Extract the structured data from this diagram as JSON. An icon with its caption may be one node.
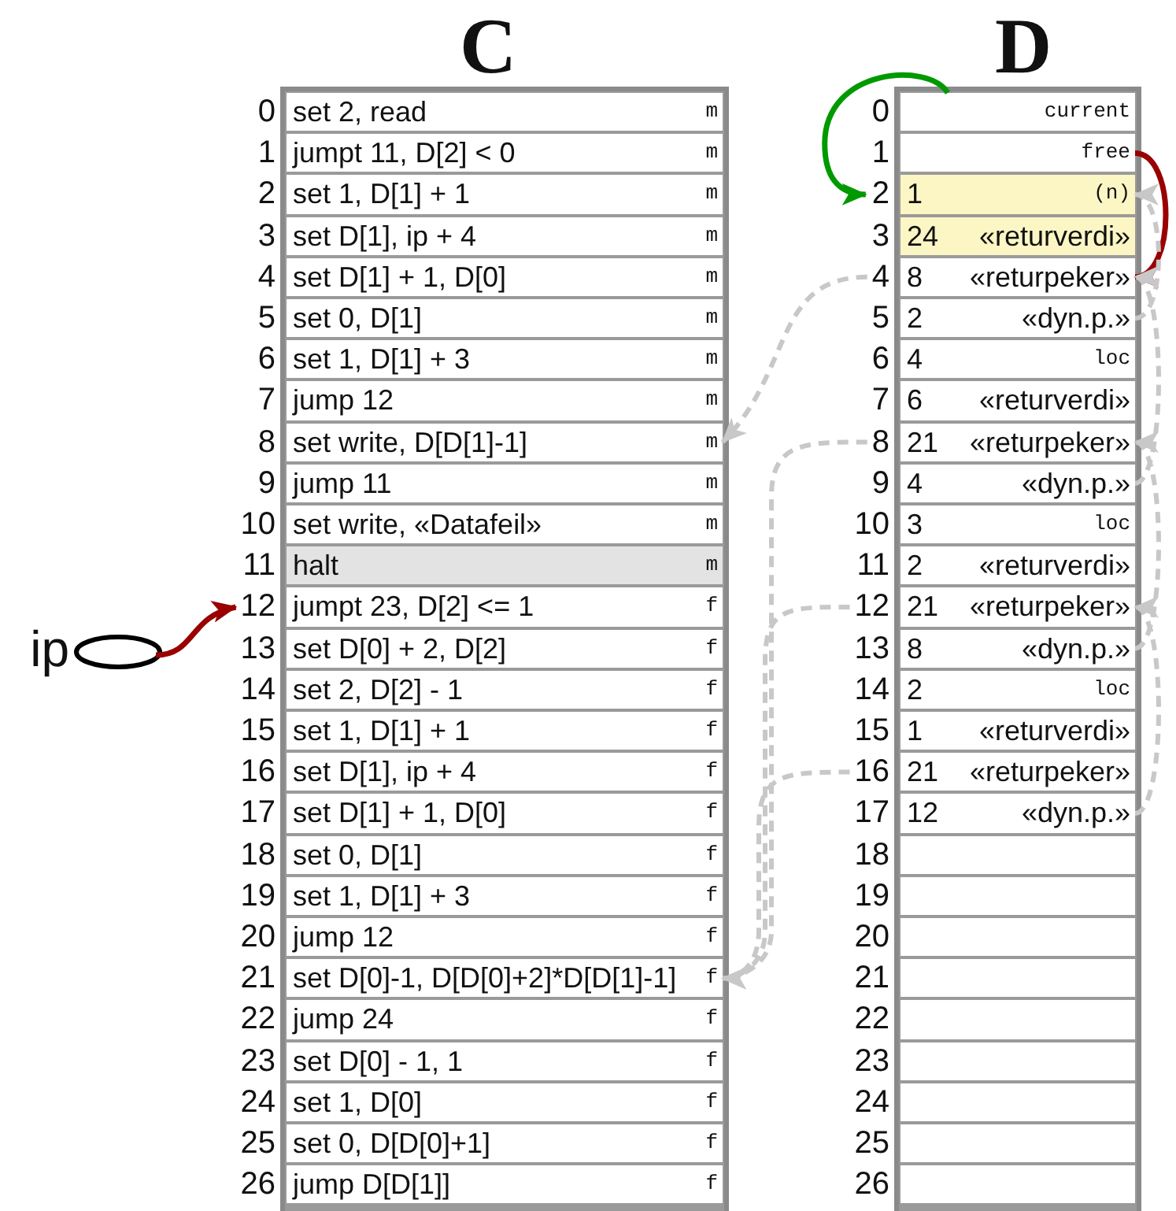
{
  "diagram": {
    "nodes": [
      {
        "text": [
          "C"
        ]
      },
      {
        "text": [
          "set 2, read",
          "m"
        ],
        "in": 0,
        "beside": [
          "0"
        ]
      },
      {
        "text": [
          "jumpt 11, D[2] < 0",
          "m"
        ],
        "in": 0,
        "beside": [
          "1"
        ]
      },
      {
        "text": [
          "set 1, D[1] + 1",
          "m"
        ],
        "in": 0,
        "beside": [
          "2"
        ]
      },
      {
        "text": [
          "set D[1], ip + 4",
          "m"
        ],
        "in": 0,
        "beside": [
          "3"
        ]
      },
      {
        "text": [
          "set D[1] + 1, D[0]",
          "m"
        ],
        "in": 0,
        "beside": [
          "4"
        ]
      },
      {
        "text": [
          "set 0, D[1]",
          "m"
        ],
        "in": 0,
        "beside": [
          "5"
        ]
      },
      {
        "text": [
          "set 1, D[1] + 3",
          "m"
        ],
        "in": 0,
        "beside": [
          "6"
        ]
      },
      {
        "text": [
          "jump 12",
          "m"
        ],
        "in": 0,
        "beside": [
          "7"
        ]
      },
      {
        "text": [
          "set write, D[D[1]-1]",
          "m"
        ],
        "in": 0,
        "beside": [
          "8"
        ]
      },
      {
        "text": [
          "jump 11",
          "m"
        ],
        "in": 0,
        "beside": [
          "9"
        ]
      },
      {
        "text": [
          "set write, «Datafeil»",
          "m"
        ],
        "in": 0,
        "beside": [
          "10"
        ]
      },
      {
        "text": [
          "halt",
          "m"
        ],
        "in": 0,
        "beside": [
          "11"
        ]
      },
      {
        "text": [
          "jumpt 23, D[2] <= 1",
          "f"
        ],
        "in": 0,
        "beside": [
          "12"
        ]
      },
      {
        "text": [
          "set D[0] + 2, D[2]",
          "f"
        ],
        "in": 0,
        "beside": [
          "13"
        ]
      },
      {
        "text": [
          "set 2, D[2] - 1",
          "f"
        ],
        "in": 0,
        "beside": [
          "14"
        ]
      },
      {
        "text": [
          "set 1, D[1] + 1",
          "f"
        ],
        "in": 0,
        "beside": [
          "15"
        ]
      },
      {
        "text": [
          "set D[1], ip + 4",
          "f"
        ],
        "in": 0,
        "beside": [
          "16"
        ]
      },
      {
        "text": [
          "set D[1] + 1, D[0]",
          "f"
        ],
        "in": 0,
        "beside": [
          "17"
        ]
      },
      {
        "text": [
          "set 0, D[1]",
          "f"
        ],
        "in": 0,
        "beside": [
          "18"
        ]
      },
      {
        "text": [
          "set 1, D[1] + 3",
          "f"
        ],
        "in": 0,
        "beside": [
          "19"
        ]
      },
      {
        "text": [
          "jump 12",
          "f"
        ],
        "in": 0,
        "beside": [
          "20"
        ]
      },
      {
        "text": [
          "set D[0]-1, D[D[0]+2]*D[D[1]-1]",
          "f"
        ],
        "in": 0,
        "beside": [
          "21"
        ]
      },
      {
        "text": [
          "jump 24",
          "f"
        ],
        "in": 0,
        "beside": [
          "22"
        ]
      },
      {
        "text": [
          "set D[0] - 1, 1",
          "f"
        ],
        "in": 0,
        "beside": [
          "23"
        ]
      },
      {
        "text": [
          "set 1, D[0]",
          "f"
        ],
        "in": 0,
        "beside": [
          "24"
        ]
      },
      {
        "text": [
          "set 0, D[D[0]+1]",
          "f"
        ],
        "in": 0,
        "beside": [
          "25"
        ]
      },
      {
        "text": [
          "jump D[D[1]]",
          "f"
        ],
        "in": 0,
        "beside": [
          "26"
        ]
      },
      {
        "text": [
          "D"
        ]
      },
      {
        "text": [
          "current"
        ],
        "in": 28,
        "beside": [
          "0"
        ]
      },
      {
        "text": [
          "free"
        ],
        "in": 28,
        "beside": [
          "1"
        ]
      },
      {
        "text": [
          "1",
          "(n)"
        ],
        "in": 28,
        "beside": [
          "2"
        ]
      },
      {
        "text": [
          "24",
          "«returverdi»"
        ],
        "in": 28,
        "beside": [
          "3"
        ]
      },
      {
        "text": [
          "8",
          "«returpeker»"
        ],
        "in": 28,
        "beside": [
          "4"
        ]
      },
      {
        "text": [
          "2",
          "«dyn.p.»"
        ],
        "in": 28,
        "beside": [
          "5"
        ]
      },
      {
        "text": [
          "4",
          "loc"
        ],
        "in": 28,
        "beside": [
          "6"
        ]
      },
      {
        "text": [
          "6",
          "«returverdi»"
        ],
        "in": 28,
        "beside": [
          "7"
        ]
      },
      {
        "text": [
          "21",
          "«returpeker»"
        ],
        "in": 28,
        "beside": [
          "8"
        ]
      },
      {
        "text": [
          "4",
          "«dyn.p.»"
        ],
        "in": 28,
        "beside": [
          "9"
        ]
      },
      {
        "text": [
          "3",
          "loc"
        ],
        "in": 28,
        "beside": [
          "10"
        ]
      },
      {
        "text": [
          "2",
          "«returverdi»"
        ],
        "in": 28,
        "beside": [
          "11"
        ]
      },
      {
        "text": [
          "21",
          "«returpeker»"
        ],
        "in": 28,
        "beside": [
          "12"
        ]
      },
      {
        "text": [
          "8",
          "«dyn.p.»"
        ],
        "in": 28,
        "beside": [
          "13"
        ]
      },
      {
        "text": [
          "2",
          "loc"
        ],
        "in": 28,
        "beside": [
          "14"
        ]
      },
      {
        "text": [
          "1",
          "«returverdi»"
        ],
        "in": 28,
        "beside": [
          "15"
        ]
      },
      {
        "text": [
          "21",
          "«returpeker»"
        ],
        "in": 28,
        "beside": [
          "16"
        ]
      },
      {
        "text": [
          "12",
          "«dyn.p.»"
        ],
        "in": 28,
        "beside": [
          "17"
        ]
      },
      {
        "text": [],
        "shape": "box",
        "in": 28,
        "beside": [
          "18"
        ]
      },
      {
        "text": [],
        "shape": "box",
        "in": 28,
        "beside": [
          "19"
        ]
      },
      {
        "text": [],
        "shape": "box",
        "in": 28,
        "beside": [
          "20"
        ]
      },
      {
        "text": [],
        "shape": "box",
        "in": 28,
        "beside": [
          "21"
        ]
      },
      {
        "text": [],
        "shape": "box",
        "in": 28,
        "beside": [
          "22"
        ]
      },
      {
        "text": [],
        "shape": "box",
        "in": 28,
        "beside": [
          "23"
        ]
      },
      {
        "text": [],
        "shape": "box",
        "in": 28,
        "beside": [
          "24"
        ]
      },
      {
        "text": [],
        "shape": "box",
        "in": 28,
        "beside": [
          "25"
        ]
      },
      {
        "text": [],
        "shape": "box",
        "in": 28,
        "beside": [
          "26"
        ]
      },
      {
        "text": [],
        "shape": "oval",
        "beside": [
          "ip"
        ]
      }
    ],
    "edges": [
      {
        "from": 56,
        "to": 13,
        "arrow": "to",
        "color": "#990000"
      },
      {
        "from": 29,
        "to": 31,
        "arrow": "to",
        "color": "#009900"
      },
      {
        "from": 30,
        "to": 33,
        "arrow": "to",
        "color": "#990000"
      },
      {
        "from": 33,
        "to": 9,
        "arrow": "to",
        "style": "dashed"
      },
      {
        "from": 37,
        "to": 22,
        "arrow": "to",
        "style": "dashed"
      },
      {
        "from": 41,
        "to": 22,
        "arrow": "to",
        "style": "dashed"
      },
      {
        "from": 45,
        "to": 22,
        "arrow": "to",
        "style": "dashed"
      },
      {
        "from": 34,
        "to": 31,
        "arrow": "to",
        "style": "dashed"
      },
      {
        "from": 38,
        "to": 33,
        "arrow": "to",
        "style": "dashed"
      },
      {
        "from": 42,
        "to": 37,
        "arrow": "to",
        "style": "dashed"
      },
      {
        "from": 46,
        "to": 41,
        "arrow": "to",
        "style": "dashed"
      }
    ]
  }
}
